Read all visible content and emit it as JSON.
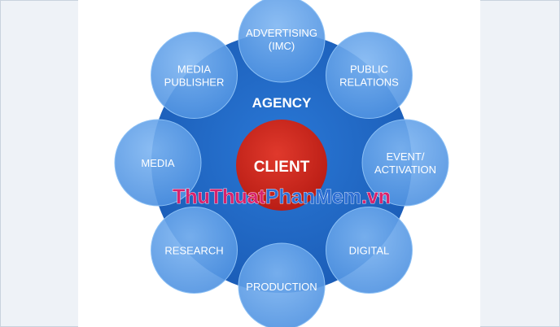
{
  "diagram": {
    "center": {
      "label": "CLIENT"
    },
    "ring": {
      "label": "AGENCY"
    },
    "nodes": [
      {
        "id": "advertising",
        "lines": [
          "ADVERTISING",
          "(IMC)"
        ]
      },
      {
        "id": "public-relations",
        "lines": [
          "PUBLIC",
          "RELATIONS"
        ]
      },
      {
        "id": "event-activation",
        "lines": [
          "EVENT/",
          "ACTIVATION"
        ]
      },
      {
        "id": "digital",
        "lines": [
          "DIGITAL"
        ]
      },
      {
        "id": "production",
        "lines": [
          "PRODUCTION"
        ]
      },
      {
        "id": "research",
        "lines": [
          "RESEARCH"
        ]
      },
      {
        "id": "media",
        "lines": [
          "MEDIA"
        ]
      },
      {
        "id": "media-publisher",
        "lines": [
          "MEDIA",
          "PUBLISHER"
        ]
      }
    ]
  },
  "watermark": {
    "part1": "ThuThuat",
    "part2": "PhanMem",
    "part3": ".vn"
  },
  "colors": {
    "ring": "#1f66c6",
    "node": "#5ea1ea",
    "client": "#c8231a",
    "watermark_main": "#d8236d",
    "watermark_accent": "#2f6fd4"
  }
}
